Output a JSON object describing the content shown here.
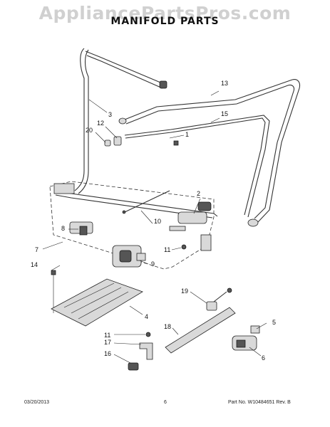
{
  "watermark": "AppliancePartsPros.com",
  "title": "MANIFOLD PARTS",
  "footer": {
    "date": "03/20/2013",
    "page": "6",
    "part_no": "Part No. W10484651  Rev. B"
  },
  "callouts": [
    "1",
    "2",
    "3",
    "4",
    "5",
    "6",
    "7",
    "8",
    "9",
    "10",
    "11",
    "11",
    "12",
    "13",
    "14",
    "15",
    "16",
    "17",
    "18",
    "19",
    "20"
  ]
}
